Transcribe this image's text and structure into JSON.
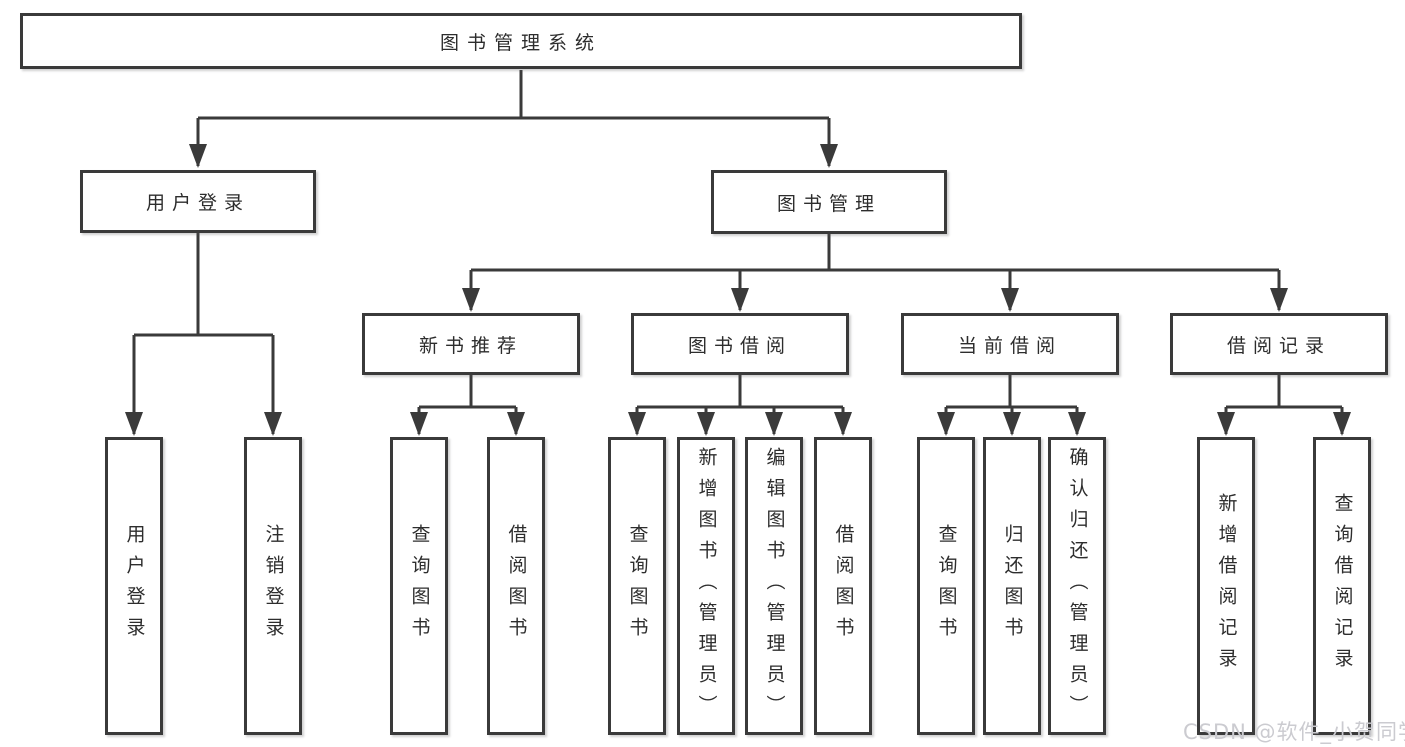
{
  "diagram": {
    "root": {
      "label": "图书管理系统"
    },
    "user_login_branch": {
      "label": "用户登录",
      "children": [
        {
          "label": "用户登录"
        },
        {
          "label": "注销登录"
        }
      ]
    },
    "book_mgmt_branch": {
      "label": "图书管理",
      "sections": [
        {
          "label": "新书推荐",
          "children": [
            {
              "label": "查询图书"
            },
            {
              "label": "借阅图书"
            }
          ]
        },
        {
          "label": "图书借阅",
          "children": [
            {
              "label": "查询图书"
            },
            {
              "label": "新增图书（管理员）"
            },
            {
              "label": "编辑图书（管理员）"
            },
            {
              "label": "借阅图书"
            }
          ]
        },
        {
          "label": "当前借阅",
          "children": [
            {
              "label": "查询图书"
            },
            {
              "label": "归还图书"
            },
            {
              "label": "确认归还（管理员）"
            }
          ]
        },
        {
          "label": "借阅记录",
          "children": [
            {
              "label": "新增借阅记录"
            },
            {
              "label": "查询借阅记录"
            }
          ]
        }
      ]
    },
    "watermark": "CSDN @软件_小贺同学"
  }
}
